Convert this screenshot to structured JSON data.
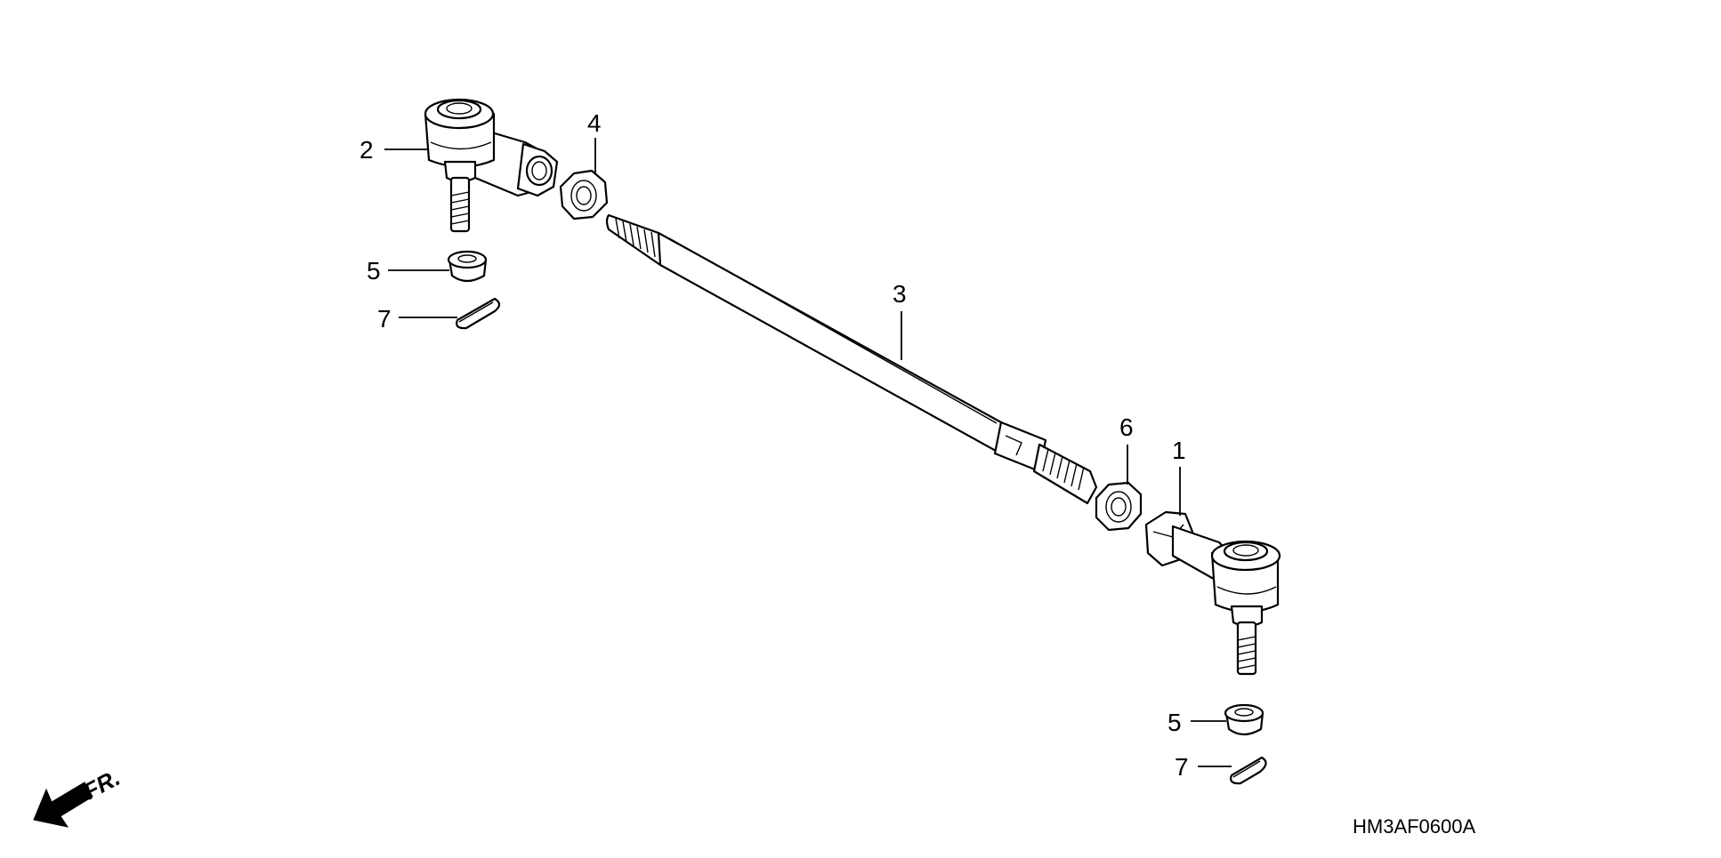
{
  "diagram": {
    "callouts": {
      "p1": "1",
      "p2": "2",
      "p3": "3",
      "p4": "4",
      "p5_left": "5",
      "p5_right": "5",
      "p6": "6",
      "p7_left": "7",
      "p7_right": "7"
    },
    "front_marker": "FR.",
    "figure_code": "HM3AF0600A"
  }
}
